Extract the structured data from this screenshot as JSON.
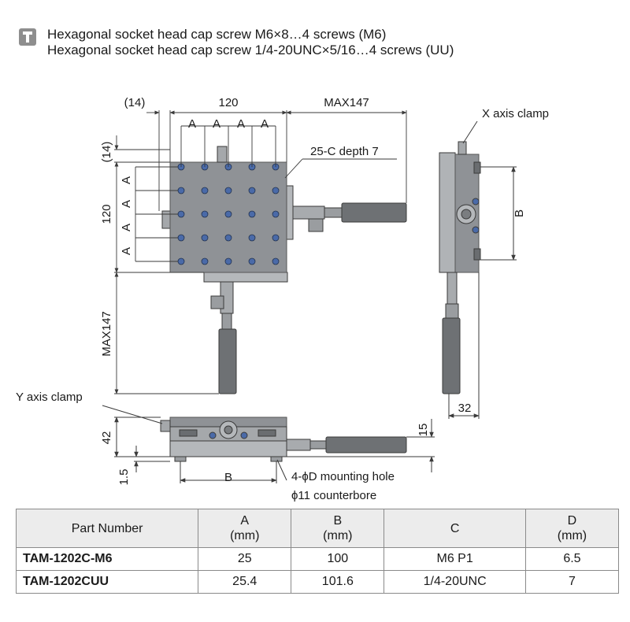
{
  "screws": {
    "line1": "Hexagonal socket head cap screw M6×8…4 screws (M6)",
    "line2": "Hexagonal socket head cap screw 1/4-20UNC×5/16…4 screws (UU)"
  },
  "dimensions": {
    "dim_14_top": "(14)",
    "dim_120_top": "120",
    "dim_max147_top": "MAX147",
    "pitch_label": "A",
    "dim_14_left": "(14)",
    "dim_120_left": "120",
    "dim_max147_left": "MAX147",
    "chamfer": "25-C depth 7",
    "x_clamp": "X axis clamp",
    "y_clamp": "Y axis clamp",
    "dim_B": "B",
    "dim_32": "32",
    "dim_42": "42",
    "dim_15": "15",
    "dim_1_5": "1.5",
    "mounting_hole": "4-ϕD  mounting hole",
    "counterbore": "ϕ11 counterbore"
  },
  "table": {
    "headers": [
      {
        "line1": "Part Number",
        "line2": ""
      },
      {
        "line1": "A",
        "line2": "(mm)"
      },
      {
        "line1": "B",
        "line2": "(mm)"
      },
      {
        "line1": "C",
        "line2": ""
      },
      {
        "line1": "D",
        "line2": "(mm)"
      }
    ],
    "rows": [
      [
        "TAM-1202C-M6",
        "25",
        "100",
        "M6 P1",
        "6.5"
      ],
      [
        "TAM-1202CUU",
        "25.4",
        "101.6",
        "1/4-20UNC",
        "7"
      ]
    ]
  },
  "colors": {
    "stage": "#8f9296",
    "stage_dark": "#5d6064",
    "dim_line": "#3a3a3a",
    "hole": "#4a6aa8",
    "table_header": "#ececec"
  }
}
